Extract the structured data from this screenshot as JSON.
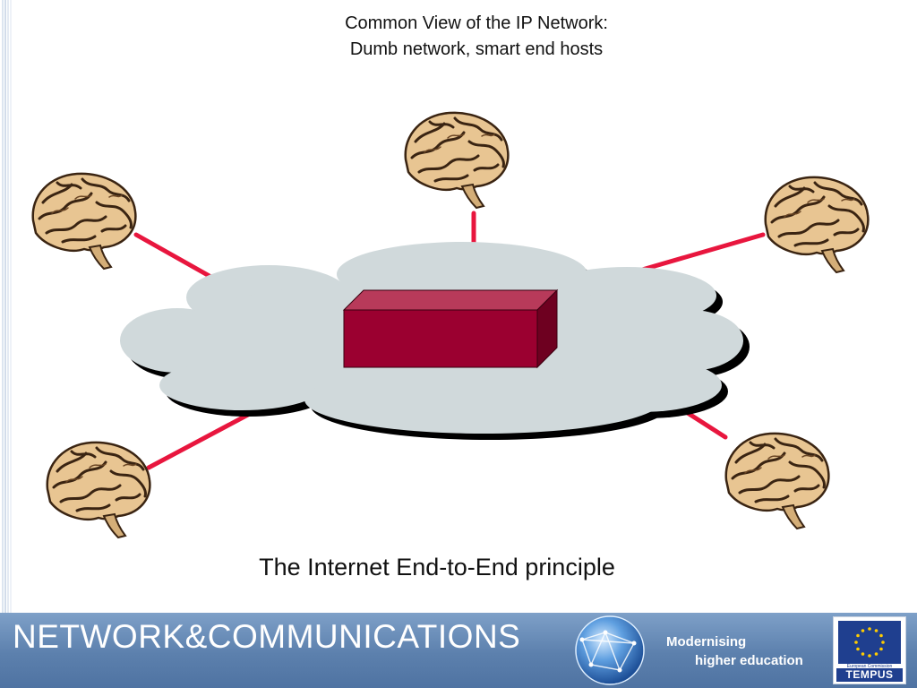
{
  "slide": {
    "title_line1": "Common View of the IP Network:",
    "title_line2": "Dumb network, smart end hosts",
    "caption": "The Internet End-to-End principle"
  },
  "diagram": {
    "nodes": [
      "brain-top",
      "brain-upper-left",
      "brain-upper-right",
      "brain-lower-left",
      "brain-lower-right"
    ],
    "center": "router-box",
    "network": "cloud"
  },
  "footer": {
    "brand": "NETWORK&COMMUNICATIONS",
    "tagline_line1": "Modernising",
    "tagline_line2": "higher education",
    "eu_small_text": "European Commission",
    "eu_brand": "TEMPUS"
  },
  "colors": {
    "link": "#e8163e",
    "cloud": "#d0d9db",
    "router_front": "#9b0030",
    "router_top": "#b83a5a",
    "router_side": "#6e0020",
    "footer_band": "#5c80ad",
    "eu_blue": "#1f3f8f",
    "eu_star": "#ffcc00"
  }
}
